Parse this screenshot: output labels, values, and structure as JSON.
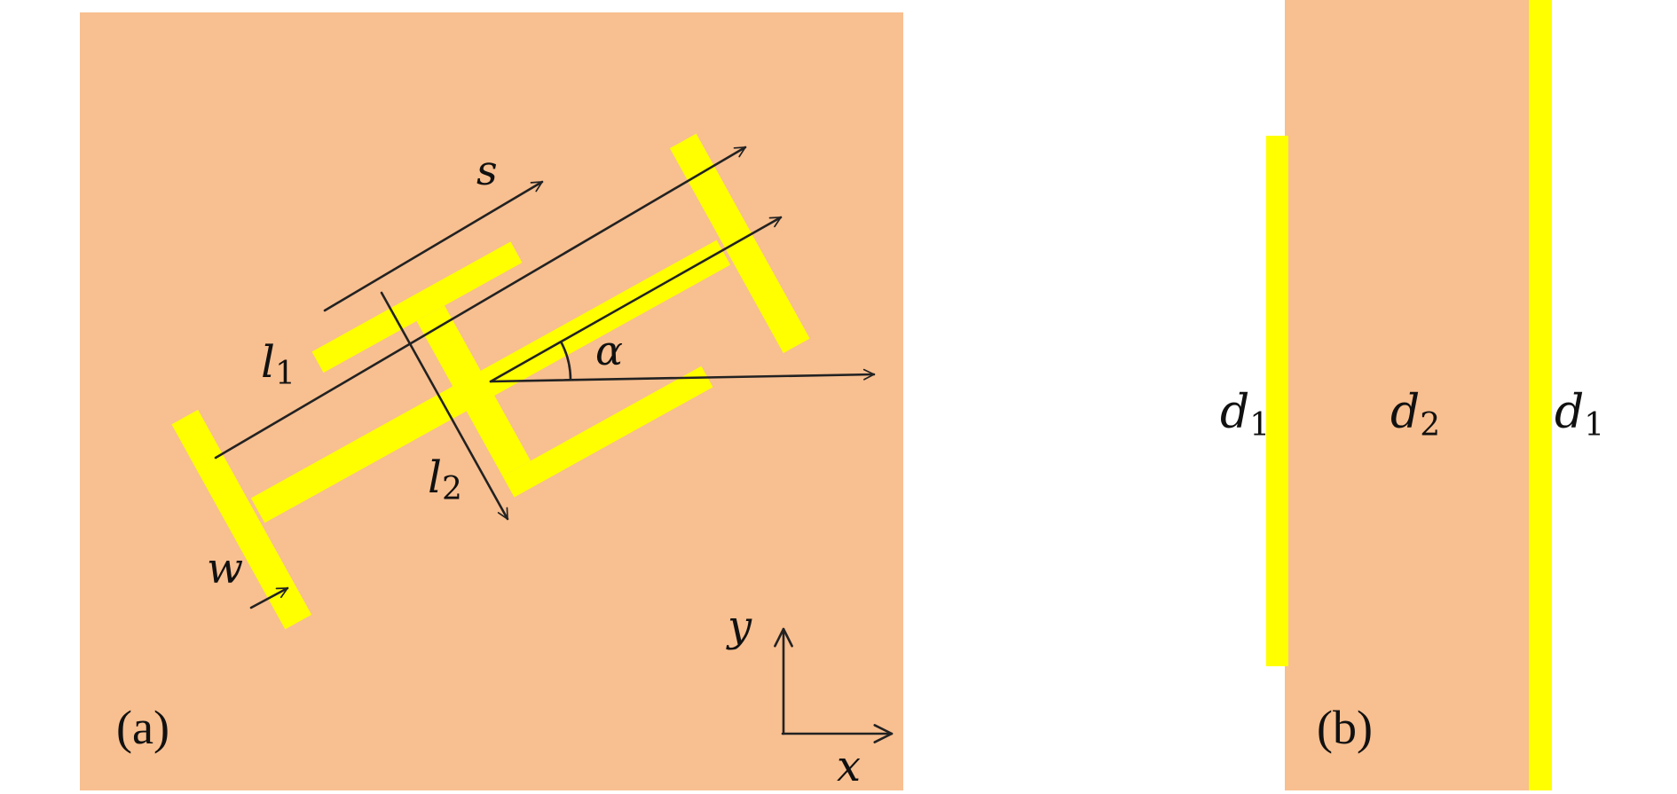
{
  "colors": {
    "substrate": "#F8BF90",
    "metal": "#FFFF00",
    "arrow": "#222222",
    "text": "#111111"
  },
  "panel_a": {
    "label": "(a)",
    "symbols": {
      "s": "s",
      "l1": "l",
      "l1_sub": "1",
      "l2": "l",
      "l2_sub": "2",
      "w": "w",
      "alpha": "α",
      "x": "x",
      "y": "y"
    }
  },
  "panel_b": {
    "label": "(b)",
    "symbols": {
      "left": "d",
      "left_sub": "1",
      "middle": "d",
      "middle_sub": "2",
      "right": "d",
      "right_sub": "1"
    }
  }
}
